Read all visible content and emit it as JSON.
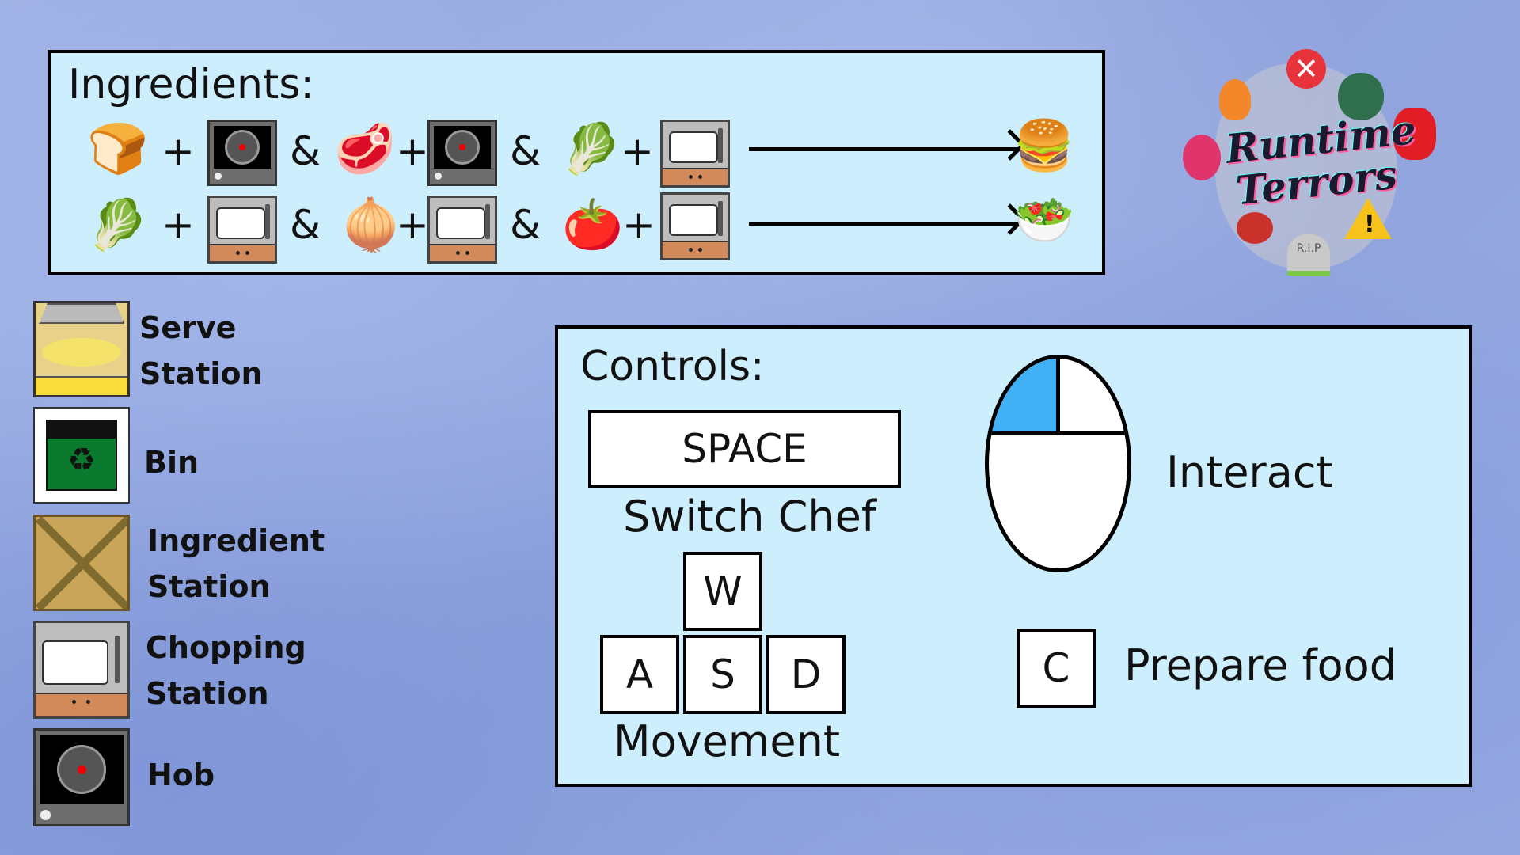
{
  "ingredients": {
    "title": "Ingredients:",
    "recipes": [
      {
        "name": "burger",
        "steps": [
          {
            "ingredient": "bun",
            "station": "hob"
          },
          {
            "ingredient": "patty",
            "station": "hob"
          },
          {
            "ingredient": "lettuce",
            "station": "chopping"
          }
        ],
        "result": "burger"
      },
      {
        "name": "salad",
        "steps": [
          {
            "ingredient": "lettuce",
            "station": "chopping"
          },
          {
            "ingredient": "onion",
            "station": "chopping"
          },
          {
            "ingredient": "tomato",
            "station": "chopping"
          }
        ],
        "result": "salad"
      }
    ],
    "plus": "+",
    "and": "&"
  },
  "legend": {
    "serve": "Serve\nStation",
    "bin": "Bin",
    "ingredient": "Ingredient\nStation",
    "chopping": "Chopping\nStation",
    "hob": "Hob"
  },
  "logo": {
    "line1": "Runtime",
    "line2": "Terrors",
    "rip": "R.I.P"
  },
  "controls": {
    "title": "Controls:",
    "space_key": "SPACE",
    "switch_label": "Switch Chef",
    "w": "W",
    "a": "A",
    "s": "S",
    "d": "D",
    "movement_label": "Movement",
    "interact_label": "Interact",
    "c_key": "C",
    "prepare_label": "Prepare food"
  },
  "colors": {
    "panel": "#cdeefd",
    "mouse_button": "#41b1f5",
    "logo_text": "#1a1a2e"
  }
}
